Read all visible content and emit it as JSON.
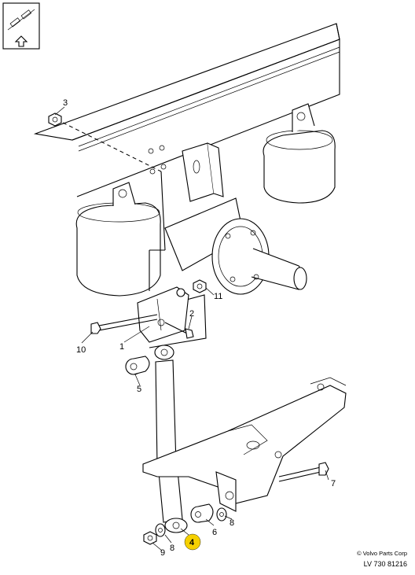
{
  "callouts": [
    {
      "id": "1",
      "text": "1"
    },
    {
      "id": "2",
      "text": "2"
    },
    {
      "id": "3",
      "text": "3"
    },
    {
      "id": "4",
      "text": "4",
      "highlight": true
    },
    {
      "id": "5",
      "text": "5"
    },
    {
      "id": "6",
      "text": "6"
    },
    {
      "id": "7",
      "text": "7"
    },
    {
      "id": "8a",
      "text": "8"
    },
    {
      "id": "8b",
      "text": "8"
    },
    {
      "id": "9",
      "text": "9"
    },
    {
      "id": "10",
      "text": "10"
    },
    {
      "id": "11",
      "text": "11"
    }
  ],
  "credit": {
    "copyright": "© Volvo Parts Corp",
    "reference": "LV 730 81216"
  },
  "colors": {
    "highlight": "#f5d000",
    "line": "#000000",
    "background": "#ffffff"
  },
  "icons": [
    "orientation-arrow-icon"
  ]
}
